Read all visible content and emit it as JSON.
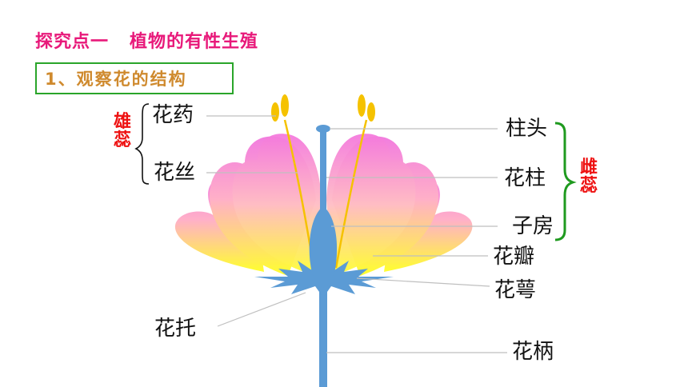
{
  "heading": "探究点一   植物的有性生殖",
  "subheading": "1、观察花的结构",
  "stamen_group": {
    "label_line1": "雄",
    "label_line2": "蕊",
    "color": "#ee1111"
  },
  "pistil_group": {
    "label_line1": "雌",
    "label_line2": "蕊",
    "color": "#ee1111",
    "brace_color": "#1f9a1f"
  },
  "labels": {
    "anther": "花药",
    "filament": "花丝",
    "stigma": "柱头",
    "style": "花柱",
    "ovary": "子房",
    "petal": "花瓣",
    "sepal": "花萼",
    "receptacle": "花托",
    "pedicel": "花柄"
  },
  "colors": {
    "heading": "#e8197a",
    "subheading": "#cf8a2e",
    "box_border": "#2aa52a",
    "pistil": "#5b9bd5",
    "anther": "#f5c200",
    "petal_top": "#f07ce0",
    "petal_bottom": "#ffff33"
  }
}
